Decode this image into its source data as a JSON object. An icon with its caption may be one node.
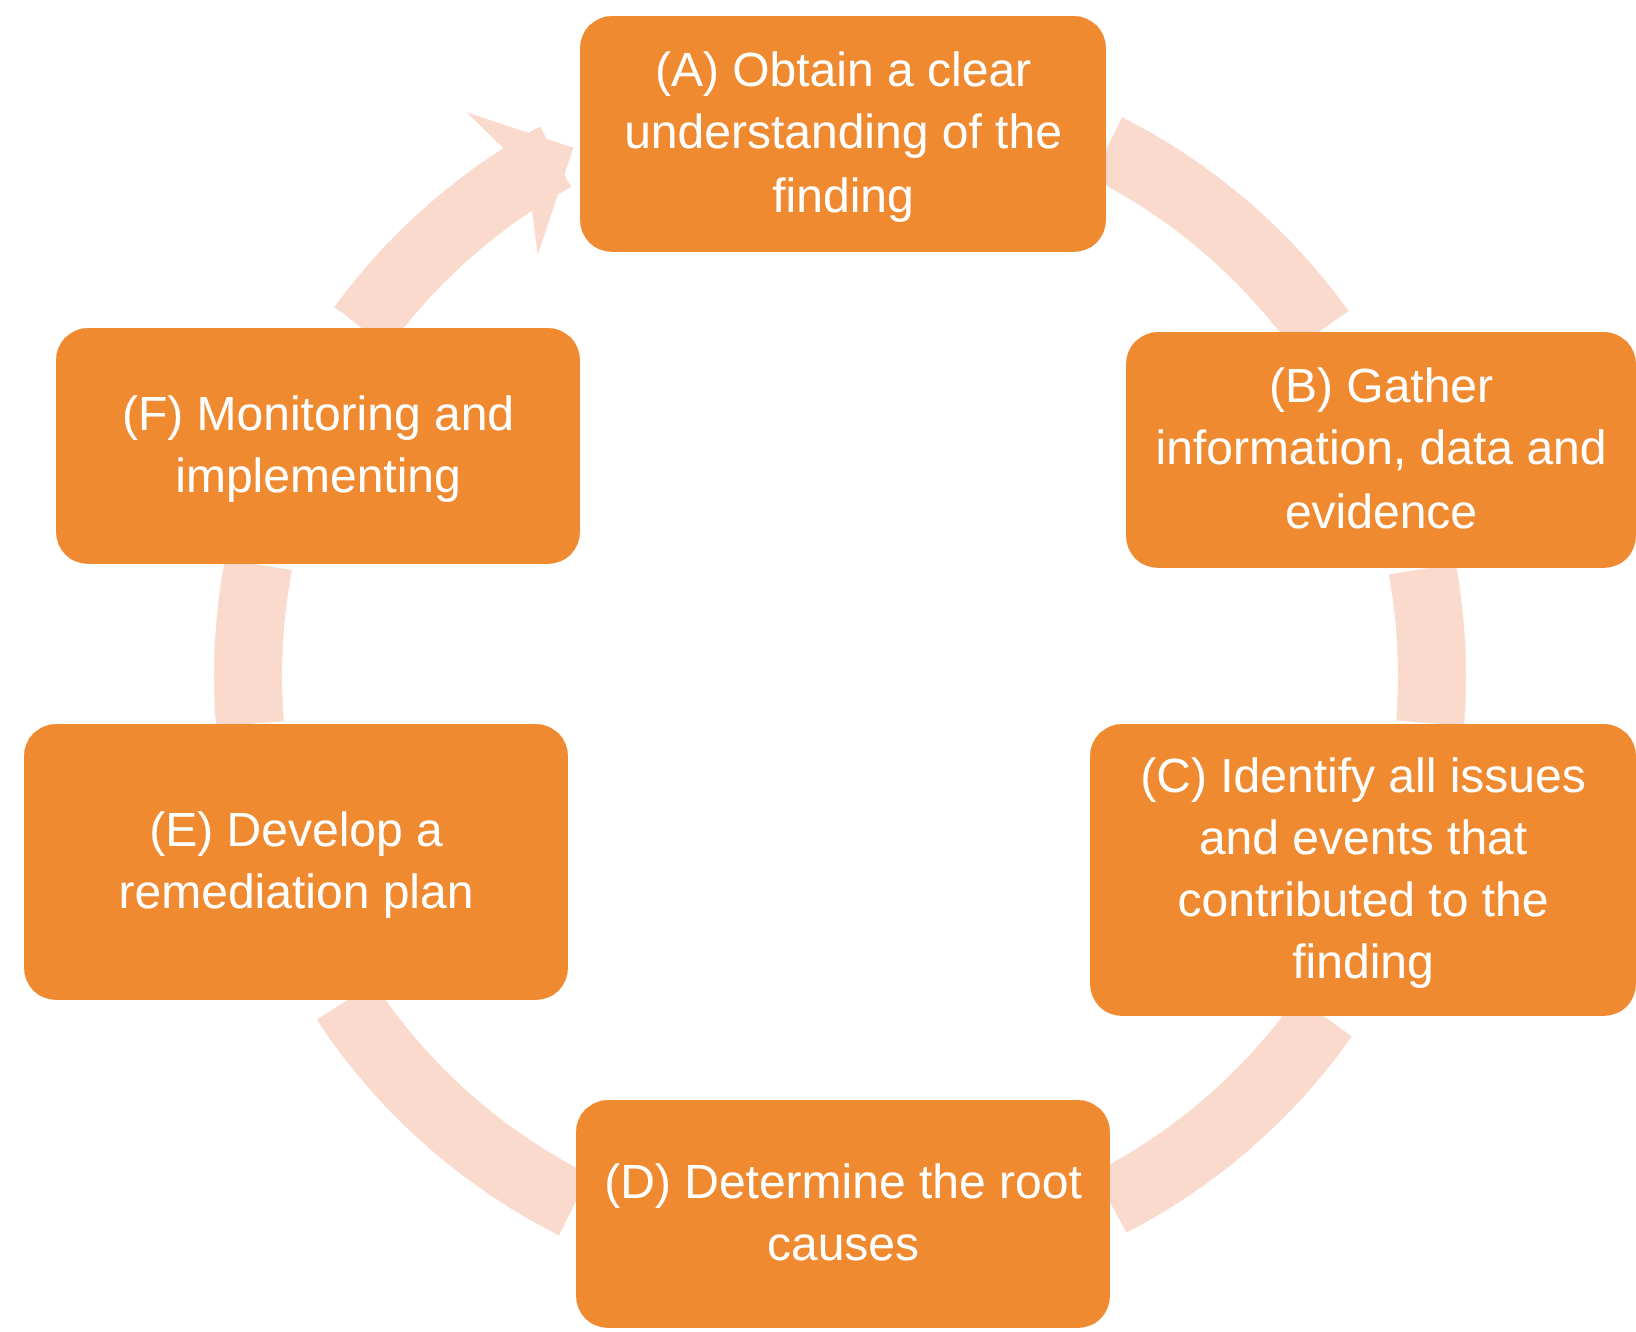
{
  "diagram": {
    "nodes": [
      {
        "text": [
          "(A) Obtain a clear understanding of the finding"
        ]
      },
      {
        "text": [
          "(B) Gather information, data and evidence"
        ]
      },
      {
        "text": [
          "(C) Identify all issues and events that contributed to the finding"
        ]
      },
      {
        "text": [
          "(D) Determine the root causes"
        ]
      },
      {
        "text": [
          "(E) Develop a remediation plan"
        ]
      },
      {
        "text": [
          "(F) Monitoring and implementing"
        ]
      }
    ],
    "edges": [
      {
        "from": 0,
        "to": 1,
        "arrow": "none"
      },
      {
        "from": 1,
        "to": 2,
        "arrow": "none"
      },
      {
        "from": 2,
        "to": 3,
        "arrow": "none"
      },
      {
        "from": 3,
        "to": 4,
        "arrow": "none"
      },
      {
        "from": 4,
        "to": 5,
        "arrow": "none"
      },
      {
        "from": 5,
        "to": 0,
        "arrow": "to"
      }
    ]
  }
}
